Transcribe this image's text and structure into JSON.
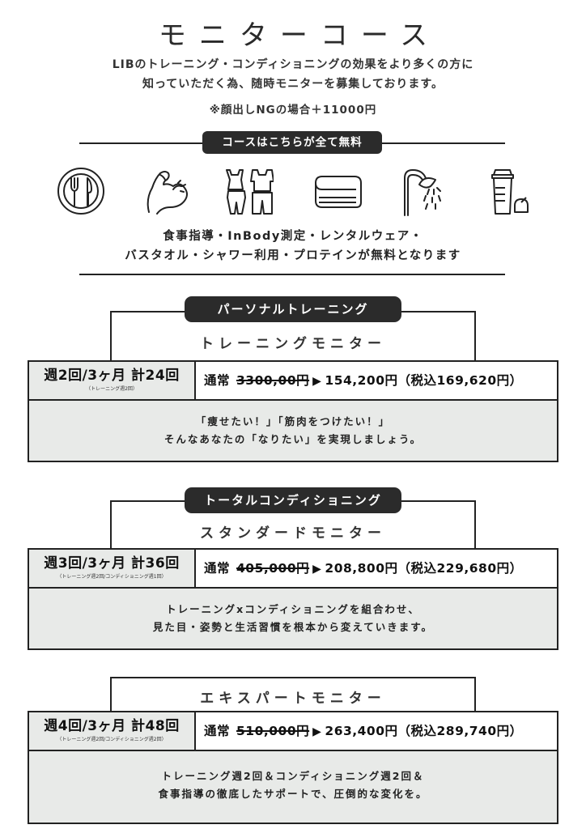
{
  "title": "モニターコース",
  "intro_lines": [
    "LIBのトレーニング・コンディショニングの効果をより多くの方に",
    "知っていただく為、随時モニターを募集しております。"
  ],
  "note": "※顔出しNGの場合＋11000円",
  "free_label": "コースはこちらが全て無料",
  "icons": [
    "meal-icon",
    "muscle-arm-icon",
    "wear-icon",
    "towel-icon",
    "shower-icon",
    "protein-shaker-icon"
  ],
  "free_lines": [
    "食事指導・InBody測定・レンタルウェア・",
    "バスタオル・シャワー利用・プロテインが無料となります"
  ],
  "plans": [
    {
      "category": "パーソナルトレーニング",
      "name": "トレーニングモニター",
      "frequency": "週2回/3ヶ月 計24回",
      "frequency_note": "（トレーニング週2回）",
      "price_label": "通常",
      "old_price": "3300,00円",
      "arrow": "▶",
      "new_price": "154,200円",
      "tax_price": "（税込169,620円）",
      "desc_lines": [
        "「痩せたい！」「筋肉をつけたい！」",
        "そんなあなたの「なりたい」を実現しましょう。"
      ]
    },
    {
      "category": "トータルコンディショニング",
      "name": "スタンダードモニター",
      "frequency": "週3回/3ヶ月 計36回",
      "frequency_note": "（トレーニング週2回/コンディショニング週1回）",
      "price_label": "通常",
      "old_price": "405,000円",
      "arrow": "▶",
      "new_price": "208,800円",
      "tax_price": "（税込229,680円）",
      "desc_lines": [
        "トレーニングxコンディショニングを組合わせ、",
        "見た目・姿勢と生活習慣を根本から変えていきます。"
      ]
    },
    {
      "category": "",
      "name": "エキスパートモニター",
      "frequency": "週4回/3ヶ月 計48回",
      "frequency_note": "（トレーニング週2回/コンディショニング週2回）",
      "price_label": "通常",
      "old_price": "510,000円",
      "arrow": "▶",
      "new_price": "263,400円",
      "tax_price": "（税込289,740円）",
      "desc_lines": [
        "トレーニング週2回＆コンディショニング週2回＆",
        "食事指導の徹底したサポートで、圧倒的な変化を。"
      ]
    }
  ]
}
